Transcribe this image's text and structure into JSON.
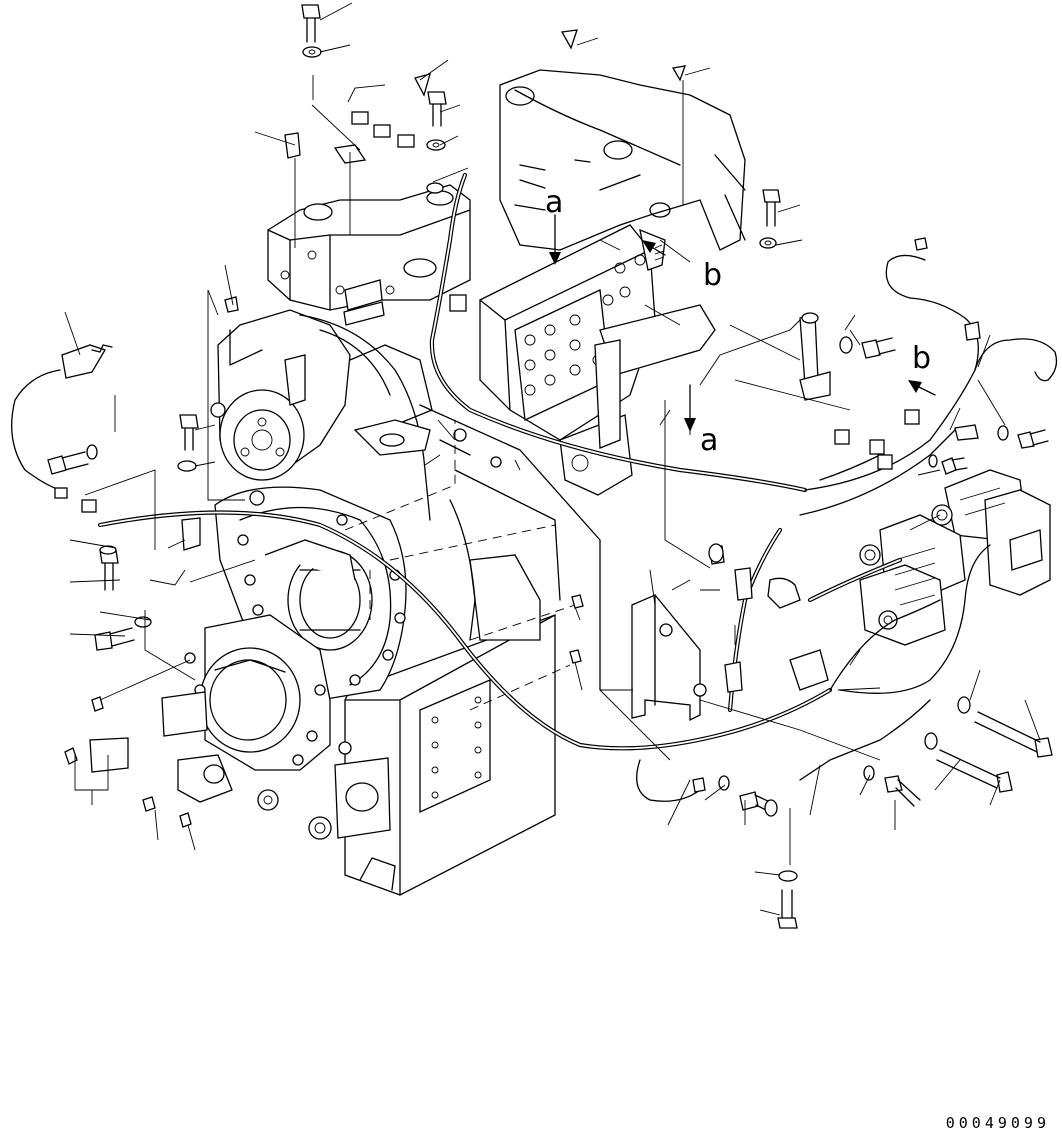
{
  "diagram": {
    "reference_letters": [
      "a",
      "b",
      "a",
      "b"
    ],
    "drawing_number": "00049099"
  }
}
